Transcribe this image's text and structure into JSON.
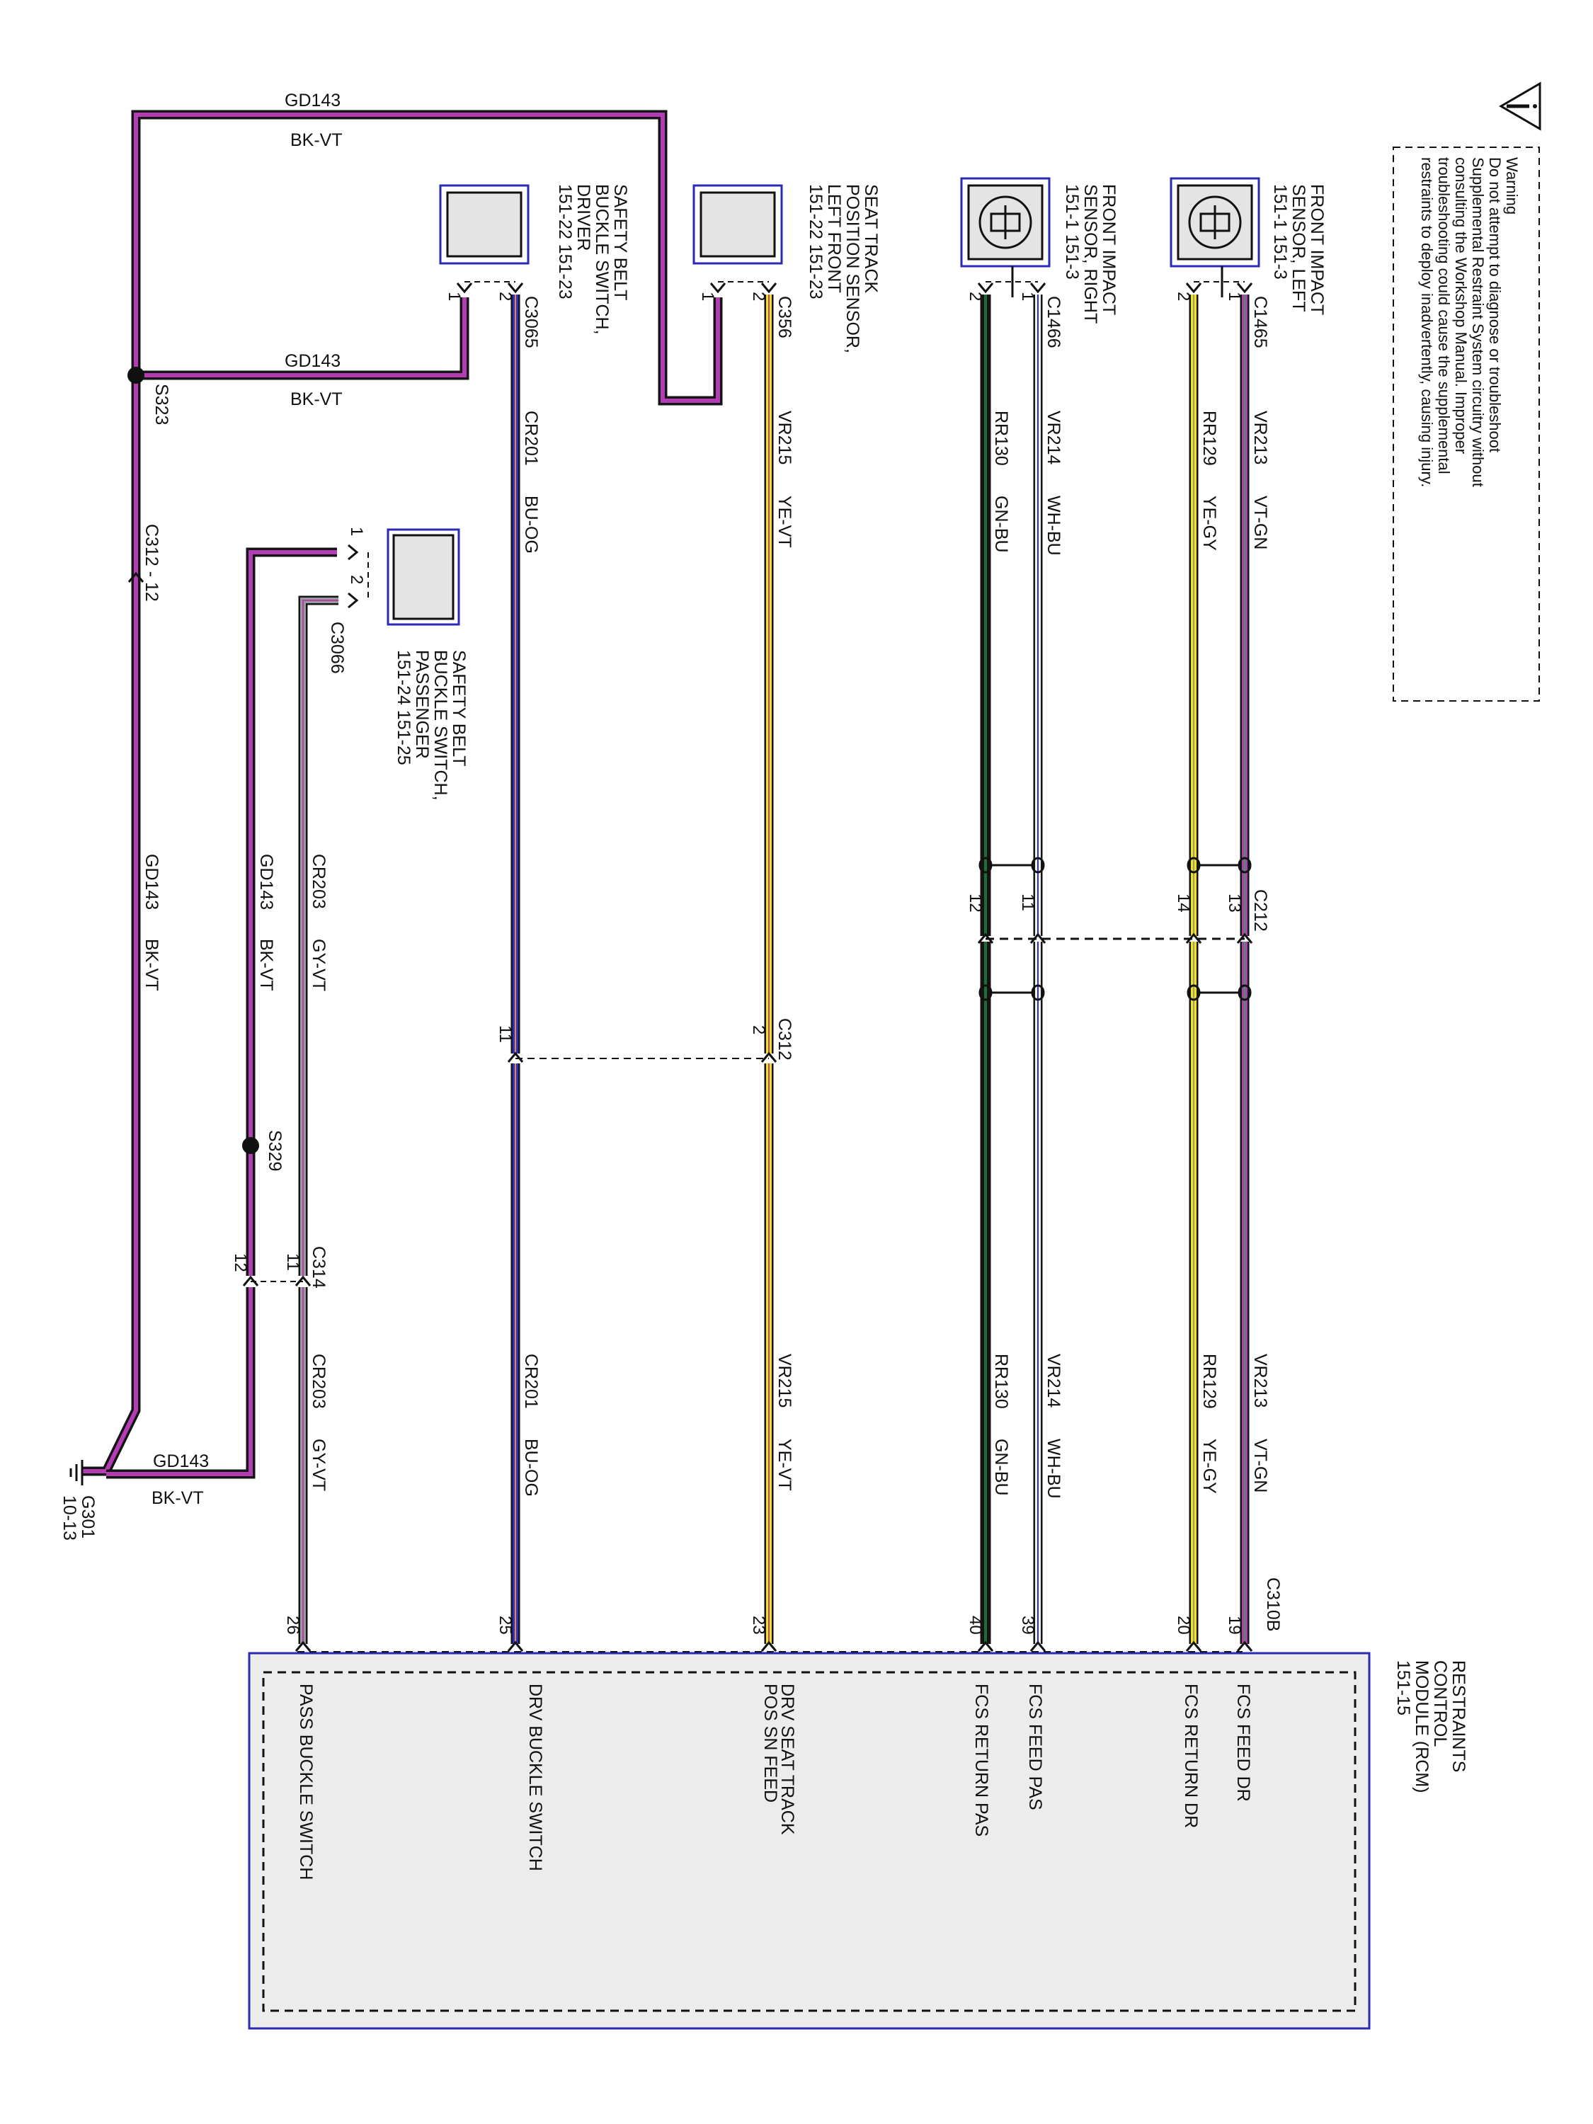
{
  "warning": {
    "title": "Warning",
    "lines": [
      "Do not attempt to diagnose or troubleshoot",
      "Supplemental Restraint System circuitry without",
      "consulting the Workshop Manual. Improper",
      "troubleshooting could cause the supplemental",
      "restraints to deploy inadvertently, causing injury."
    ]
  },
  "components": {
    "fis_left": [
      "FRONT IMPACT",
      "SENSOR, LEFT",
      "151-1    151-3"
    ],
    "fis_right": [
      "FRONT IMPACT",
      "SENSOR, RIGHT",
      "151-1    151-3"
    ],
    "seat_track": [
      "SEAT TRACK",
      "POSITION SENSOR,",
      "LEFT FRONT",
      "151-22    151-23"
    ],
    "belt_driver": [
      "SAFETY BELT",
      "BUCKLE SWITCH,",
      "DRIVER",
      "151-22    151-23"
    ],
    "belt_passenger": [
      "SAFETY BELT",
      "BUCKLE SWITCH,",
      "PASSENGER",
      "151-24    151-25"
    ],
    "rcm": [
      "RESTRAINTS",
      "CONTROL",
      "MODULE (RCM)",
      "151-15"
    ]
  },
  "connectors": {
    "c1465": "C1465",
    "c1466": "C1466",
    "c356": "C356",
    "c3065": "C3065",
    "c3066": "C3066",
    "c212": "C212",
    "c312": "C312",
    "c312_12": "C312 - 12",
    "c314": "C314",
    "c310b": "C310B"
  },
  "splices": {
    "s323": "S323",
    "s329": "S329"
  },
  "ground": {
    "id": "G301",
    "ref": "10-13"
  },
  "wires": {
    "gd143": "GD143",
    "bk_vt": "BK-VT",
    "vr213": "VR213",
    "vt_gn": "VT-GN",
    "rr129": "RR129",
    "ye_gy": "YE-GY",
    "vr214": "VR214",
    "wh_bu": "WH-BU",
    "rr130": "RR130",
    "gn_bu": "GN-BU",
    "vr215": "VR215",
    "ye_vt": "YE-VT",
    "cr201": "CR201",
    "bu_og": "BU-OG",
    "cr203": "CR203",
    "gy_vt": "GY-VT"
  },
  "pins": {
    "p1": "1",
    "p2": "2",
    "p11": "11",
    "p12": "12",
    "p13": "13",
    "p14": "14",
    "p19": "19",
    "p20": "20",
    "p23": "23",
    "p25": "25",
    "p26": "26",
    "p39": "39",
    "p40": "40"
  },
  "rcm_pins": {
    "fcs_feed_dr": "FCS FEED DR",
    "fcs_return_dr": "FCS RETURN DR",
    "fcs_feed_pas": "FCS FEED PAS",
    "fcs_return_pas": "FCS RETURN PAS",
    "drv_seat_track": [
      "DRV SEAT TRACK",
      "POS SN FEED"
    ],
    "drv_buckle": "DRV BUCKLE SWITCH",
    "pass_buckle": "PASS BUCKLE SWITCH"
  },
  "colors": {
    "black": "#141414",
    "violet": "#b43cb4",
    "green": "#2aa84a",
    "yellow": "#f2e21a",
    "grey": "#9a9a9a",
    "white": "#f4f4f4",
    "blue": "#2832c8",
    "orange": "#f08c1e",
    "module_border": "#2a2ab4",
    "module_fill": "#ececec"
  }
}
